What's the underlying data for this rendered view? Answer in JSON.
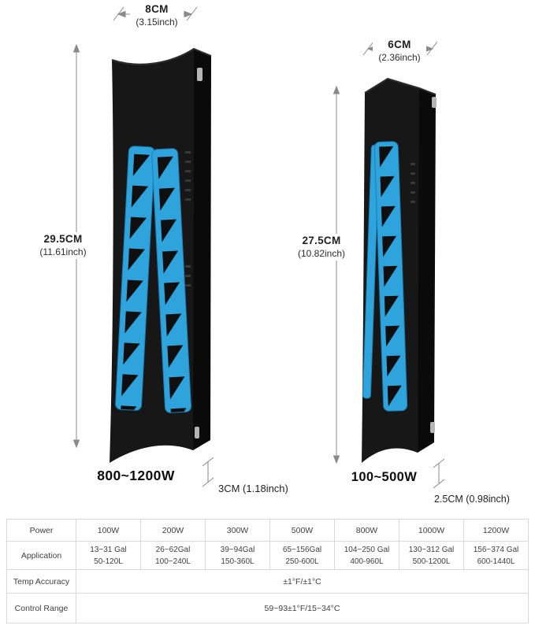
{
  "colors": {
    "accent_blue": "#2fa3dc",
    "body_black": "#171717",
    "dim_line_gray": "#8a8a8a"
  },
  "heater_large": {
    "width": "8CM",
    "width_inch": "(3.15inch)",
    "height": "29.5CM",
    "height_inch": "(11.61inch)",
    "depth": "3CM (1.18inch)",
    "power": "800~1200W"
  },
  "heater_small": {
    "width": "6CM",
    "width_inch": "(2.36inch)",
    "height": "27.5CM",
    "height_inch": "(10.82inch)",
    "depth": "2.5CM (0.98inch)",
    "power": "100~500W"
  },
  "spec_table": {
    "row_labels": [
      "Power",
      "Application",
      "Temp Accuracy",
      "Control Range"
    ],
    "power": [
      "100W",
      "200W",
      "300W",
      "500W",
      "800W",
      "1000W",
      "1200W"
    ],
    "application": [
      "13~31 Gal\n50-120L",
      "26~62Gal\n100~240L",
      "39~94Gal\n150-360L",
      "65~156Gal\n250-600L",
      "104~250 Gal\n400-960L",
      "130~312 Gal\n500-1200L",
      "156~374 Gal\n600-1440L"
    ],
    "temp_accuracy": "±1°F/±1°C",
    "control_range": "59~93±1°F/15~34°C"
  }
}
